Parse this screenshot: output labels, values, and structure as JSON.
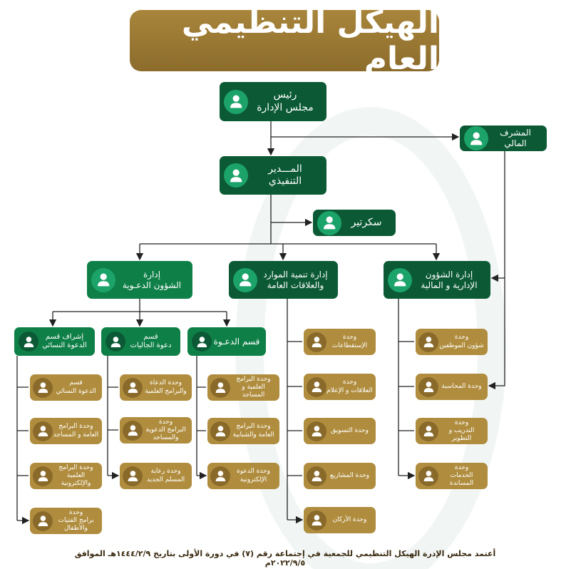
{
  "title": "الهيكل التنظيمي العام",
  "chairman": "رئيس\nمجلس الإدارة",
  "finance_supervisor": "المشرف المالي",
  "executive_director": "المـــدير\nالتنفيذي",
  "secretary": "سكرتير",
  "departments": [
    {
      "label": "إدارة الشؤون الإدارية و المالية",
      "units": [
        "وحدة\nشؤون الموظفين",
        "وحدة المحاسبة",
        "وحدة\nالتدريب و التطوير",
        "وحدة\nالخدمات المساندة"
      ]
    },
    {
      "label": "إدارة تنمية الموارد\nوالعلاقات العامة",
      "units": [
        "وحدة\nالإستقطاعات",
        "وحدة\nالعلاقات و الإعلام",
        "وحدة التسويق",
        "وحدة المشاريع",
        "وحدة الأركان"
      ]
    },
    {
      "label": "إدارة\nالشؤون الدعـوية"
    }
  ],
  "sections": [
    {
      "label": "قسم الدعـوة",
      "units": [
        "وحدة البرامج\nالعلمية و المساجد",
        "وحدة البرامج\nالعامة والشبابية",
        "وحدة الدعوة\nالإلكترونية"
      ]
    },
    {
      "label": "قسم\nدعوة الجاليات",
      "units": [
        "وحدة الدعاة\nوالبرامج العلمية",
        "وحدة\nالبرامج الدعوية\nوالمساجد",
        "وحدة رعاية\nالمسلم الجديد"
      ]
    },
    {
      "label": "إشراف قسم\nالدعوة النسائي",
      "units": [
        "قسم\nالدعوة النسائي",
        "وحدة البرامج\nالعامة و المساجد",
        "وحدة البرامج\nالعلمية\nوالإلكترونية",
        "وحدة\nبرامج الفتيات\nوالأطفال"
      ]
    }
  ],
  "footer": "أعتمد مجلس الإدرة الهيكل التنظيمي للجمعية في إجتماعة رقم (٧) في دورة الأولى بتاريخ ١٤٤٤/٢/٩هـ الموافق ٢٠٢٢/٩/٥م",
  "colors": {
    "dark_green": "#0b5a35",
    "green": "#0e7f47",
    "gold": "#b08d3e",
    "title": "#9a7a35"
  }
}
